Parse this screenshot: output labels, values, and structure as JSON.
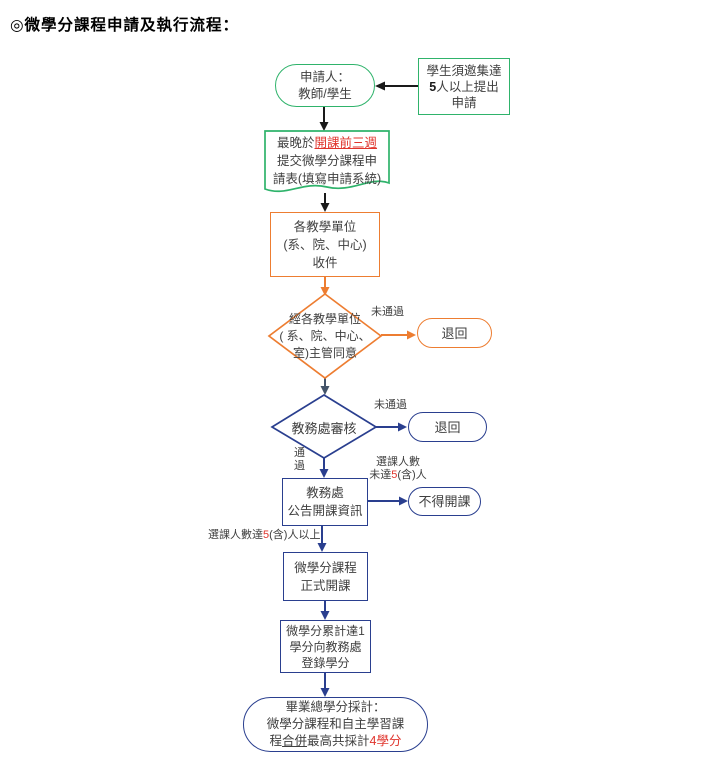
{
  "title": "◎微學分課程申請及執行流程：",
  "colors": {
    "green": "#2fb36b",
    "orange": "#ed7d31",
    "navy": "#2a3f8f",
    "slate": "#44546a",
    "red": "#e0342c",
    "black_arrow": "#1a1a1a"
  },
  "nodes": {
    "applicant": {
      "lines": [
        "申請人：",
        "教師/學生"
      ]
    },
    "note": {
      "line1": "學生須邀集達",
      "num": "5",
      "line2_rest": "人以上提出",
      "line3": "申請"
    },
    "deadline": {
      "prefix": "最晚於",
      "highlight": "開課前三週",
      "line2": "提交微學分課程申",
      "line3": "請表(填寫申請系統)"
    },
    "units_receive": {
      "lines": [
        "各教學單位",
        "(系、院、中心)",
        "收件"
      ]
    },
    "unit_approval": {
      "lines": [
        "經各教學單位",
        "( 系、院、中心、",
        "室)主管同意"
      ]
    },
    "return1": {
      "label": "退回"
    },
    "aa_review": {
      "label": "教務處審核"
    },
    "return2": {
      "label": "退回"
    },
    "announce": {
      "lines": [
        "教務處",
        "公告開課資訊"
      ]
    },
    "no_course": {
      "label": "不得開課"
    },
    "formal_open": {
      "lines": [
        "微學分課程",
        "正式開課"
      ]
    },
    "register_credit": {
      "lines": [
        "微學分累計達1",
        "學分向教務處",
        "登錄學分"
      ]
    },
    "graduation": {
      "line1": "畢業總學分採計：",
      "line2": "微學分課程和自主學習課",
      "line3_pre": "程",
      "line3_underline": "合併",
      "line3_mid": "最高共採計",
      "line3_red": "4學分"
    }
  },
  "edge_labels": {
    "fail1": "未通過",
    "fail2": "未通過",
    "pass": [
      "通",
      "過"
    ],
    "under_line1": "選課人數",
    "under_pre": "未達",
    "under_num": "5",
    "under_post": "(含)人",
    "enough_pre": "選課人數達",
    "enough_num": "5",
    "enough_post": "(含)人以上"
  }
}
